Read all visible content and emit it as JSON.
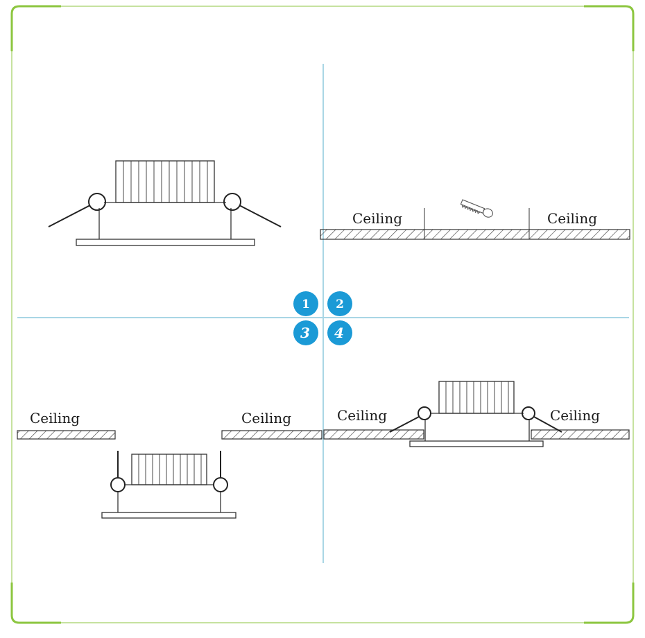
{
  "colors": {
    "frame": "#8cc63f",
    "divider": "#a9d6e5",
    "badge": "#1b9ad6",
    "line": "#222222",
    "hatch": "#444444"
  },
  "steps": [
    {
      "number": "1"
    },
    {
      "number": "2"
    },
    {
      "number": "3"
    },
    {
      "number": "4"
    }
  ],
  "labels": {
    "ceiling": "Ceiling"
  },
  "icons": [
    "saw-icon",
    "downlight-icon",
    "spring-clip-icon"
  ]
}
